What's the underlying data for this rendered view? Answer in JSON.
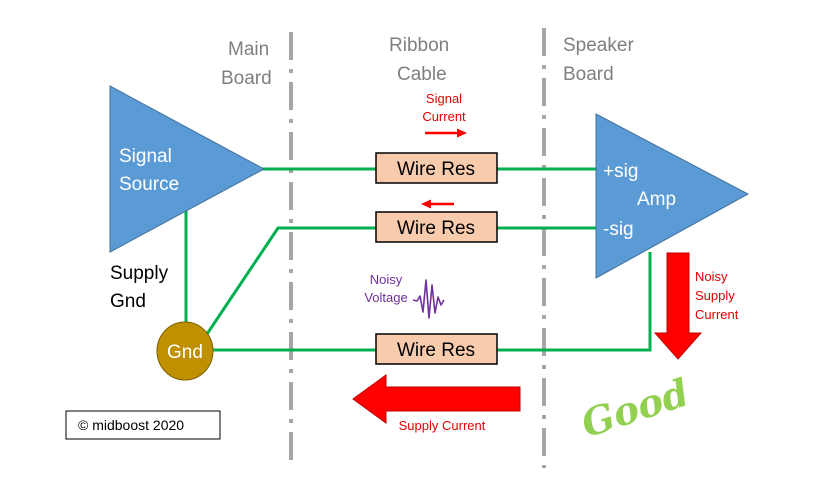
{
  "sections": {
    "main_board": [
      "Main",
      "Board"
    ],
    "ribbon_cable": [
      "Ribbon",
      "Cable"
    ],
    "speaker_board": [
      "Speaker",
      "Board"
    ]
  },
  "signal_source": [
    "Signal",
    "Source"
  ],
  "supply_gnd": [
    "Supply",
    "Gnd"
  ],
  "gnd_node": "Gnd",
  "amp": {
    "plus": "+sig",
    "label": "Amp",
    "minus": "-sig"
  },
  "resistors": [
    "Wire Res",
    "Wire Res",
    "Wire Res"
  ],
  "signal_current": [
    "Signal",
    "Current"
  ],
  "noisy_voltage": [
    "Noisy",
    "Voltage"
  ],
  "noisy_supply_current": [
    "Noisy",
    "Supply",
    "Current"
  ],
  "supply_current": "Supply Current",
  "good": "Good",
  "copyright": "© midboost 2020",
  "colors": {
    "triangle": "#5b9bd5",
    "wire": "#00b050",
    "resistor_fill": "#f8cbad",
    "gnd_fill": "#bf9000",
    "arrow_red": "#ff0000",
    "divider": "#a6a6a6",
    "good": "#92d050"
  }
}
